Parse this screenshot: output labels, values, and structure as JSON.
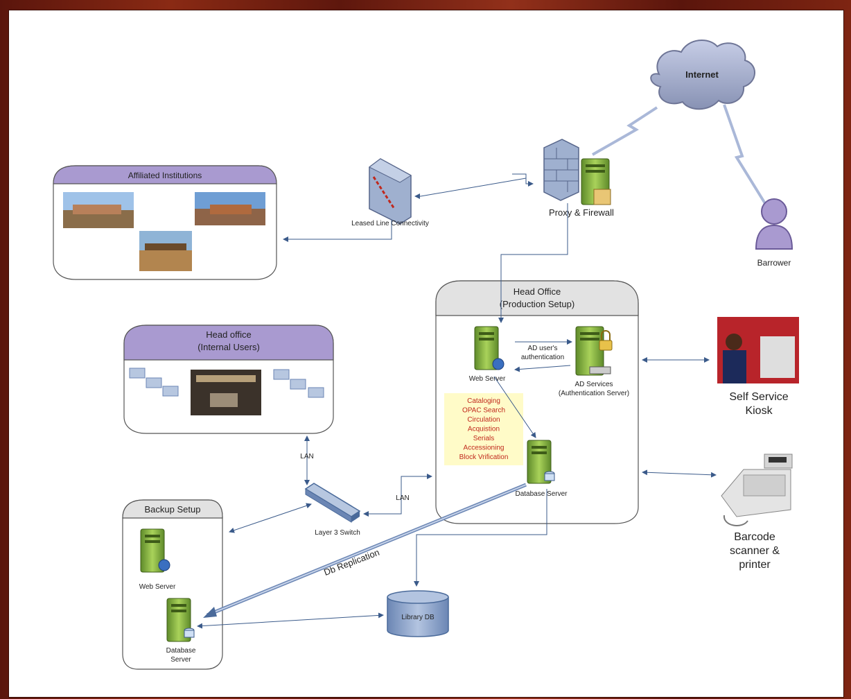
{
  "internet": {
    "label": "Internet"
  },
  "proxy": {
    "label": "Proxy & Firewall"
  },
  "borrower": {
    "label": "Barrower"
  },
  "leased_line": {
    "label": "Leased Line Connectivity"
  },
  "affiliated": {
    "title": "Affiliated Institutions"
  },
  "head_office_internal": {
    "title_line1": "Head office",
    "title_line2": "(Internal Users)"
  },
  "head_office_prod": {
    "title_line1": "Head Office",
    "title_line2": "(Production Setup)"
  },
  "web_server": {
    "label": "Web Server"
  },
  "ad_services": {
    "label_line1": "AD Services",
    "label_line2": "(Authentication Server)"
  },
  "ad_auth": {
    "line1": "AD user's",
    "line2": "authentication"
  },
  "modules": [
    "Cataloging",
    "OPAC Search",
    "Circulation",
    "Acquistion",
    "Serials",
    "Accessioning",
    "Block Vrification"
  ],
  "database_server": {
    "label": "Database Server"
  },
  "kiosk": {
    "line1": "Self Service",
    "line2": "Kiosk"
  },
  "barcode": {
    "line1": "Barcode",
    "line2": "scanner &",
    "line3": "printer"
  },
  "lan_top": {
    "label": "LAN"
  },
  "lan_right": {
    "label": "LAN"
  },
  "switch": {
    "label": "Layer 3 Switch"
  },
  "backup": {
    "title": "Backup Setup",
    "web_server": "Web Server",
    "db_line1": "Database",
    "db_line2": "Server"
  },
  "replication": {
    "label": "Db Replication"
  },
  "library_db": {
    "label": "Library DB"
  },
  "colors": {
    "group_header": "#a99ad0",
    "grey_header": "#e2e2e2",
    "server_green": "#7aa83c",
    "module_bg": "#fffbc8",
    "module_text": "#c0281c",
    "cloud": "#9aa4c4"
  }
}
